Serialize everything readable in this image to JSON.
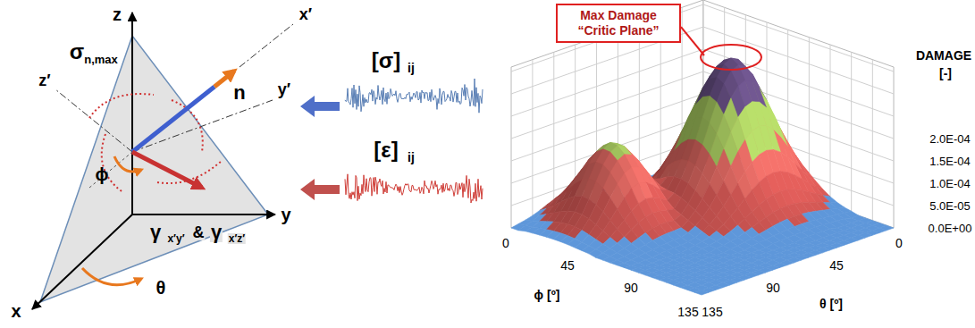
{
  "diagram": {
    "nodes": [
      {
        "text": [
          "Max Damage “Critic Plane”"
        ]
      }
    ],
    "labels": [
      "z",
      "x′",
      "z′",
      "σ",
      "n,max",
      "n",
      "y′",
      "ϕ",
      "y",
      "γ",
      "x′y′",
      "&",
      "γ",
      "x′z′",
      "x",
      "θ",
      "[σ]",
      "ij",
      "[ε]",
      "ij",
      "DAMAGE",
      "[-]",
      "2.0E-04",
      "1.5E-04",
      "1.0E-04",
      "5.0E-05",
      "0.0E+00",
      "0",
      "45",
      "90",
      "135",
      "ϕ [º]",
      "0",
      "45",
      "90",
      "135",
      "θ [º]"
    ]
  }
}
